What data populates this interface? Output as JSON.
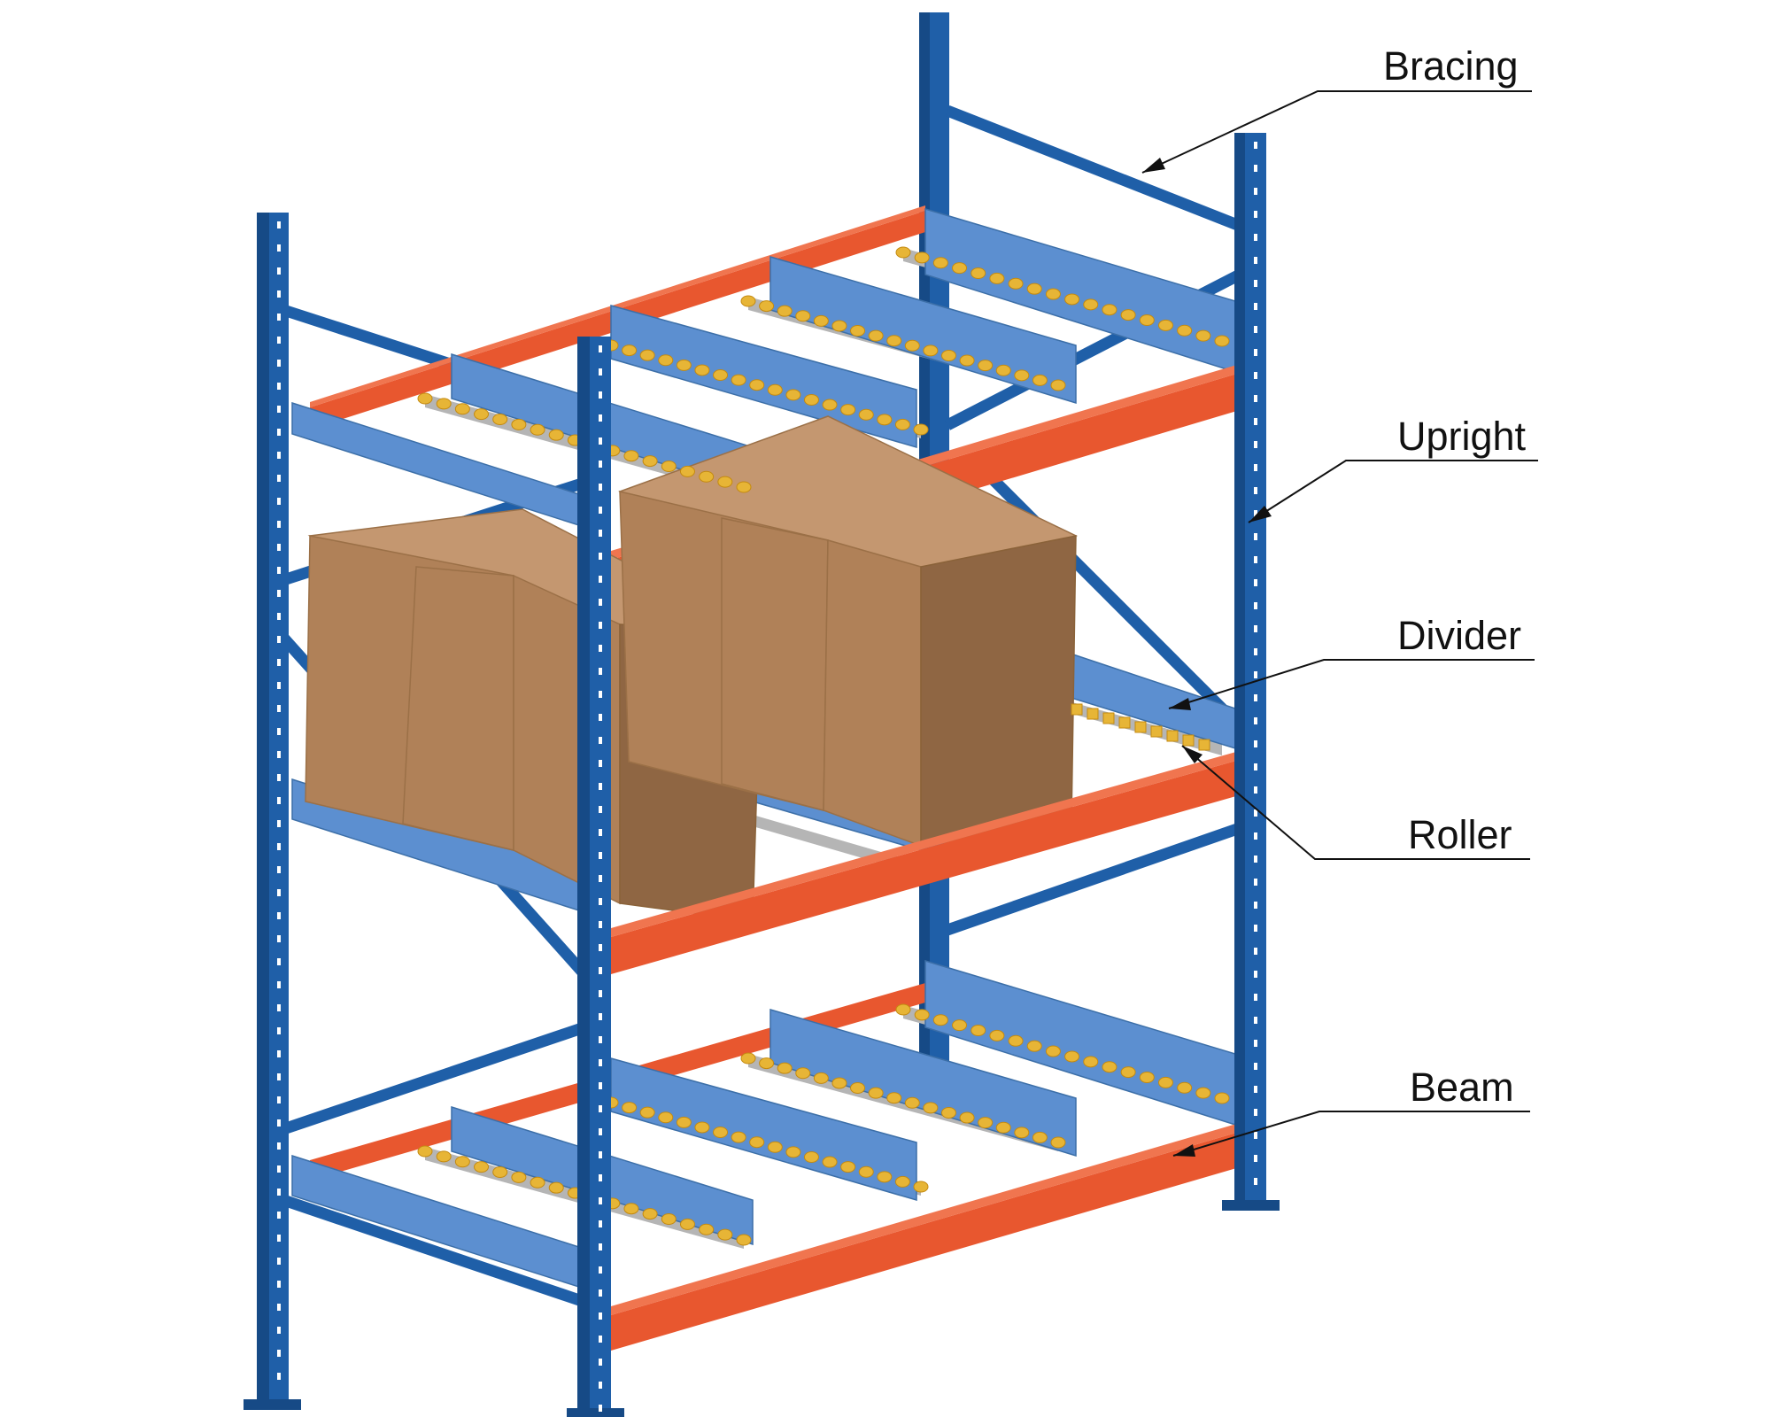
{
  "labels": {
    "bracing": "Bracing",
    "upright": "Upright",
    "divider": "Divider",
    "roller": "Roller",
    "beam": "Beam"
  },
  "colors": {
    "upright": "#1f5fa8",
    "upright_dark": "#164a86",
    "beam": "#e8572f",
    "beam_light": "#f0754f",
    "divider": "#5c8fd0",
    "roller": "#e7b536",
    "box": "#b08158",
    "box_dark": "#8f6643",
    "box_light": "#c49770"
  }
}
